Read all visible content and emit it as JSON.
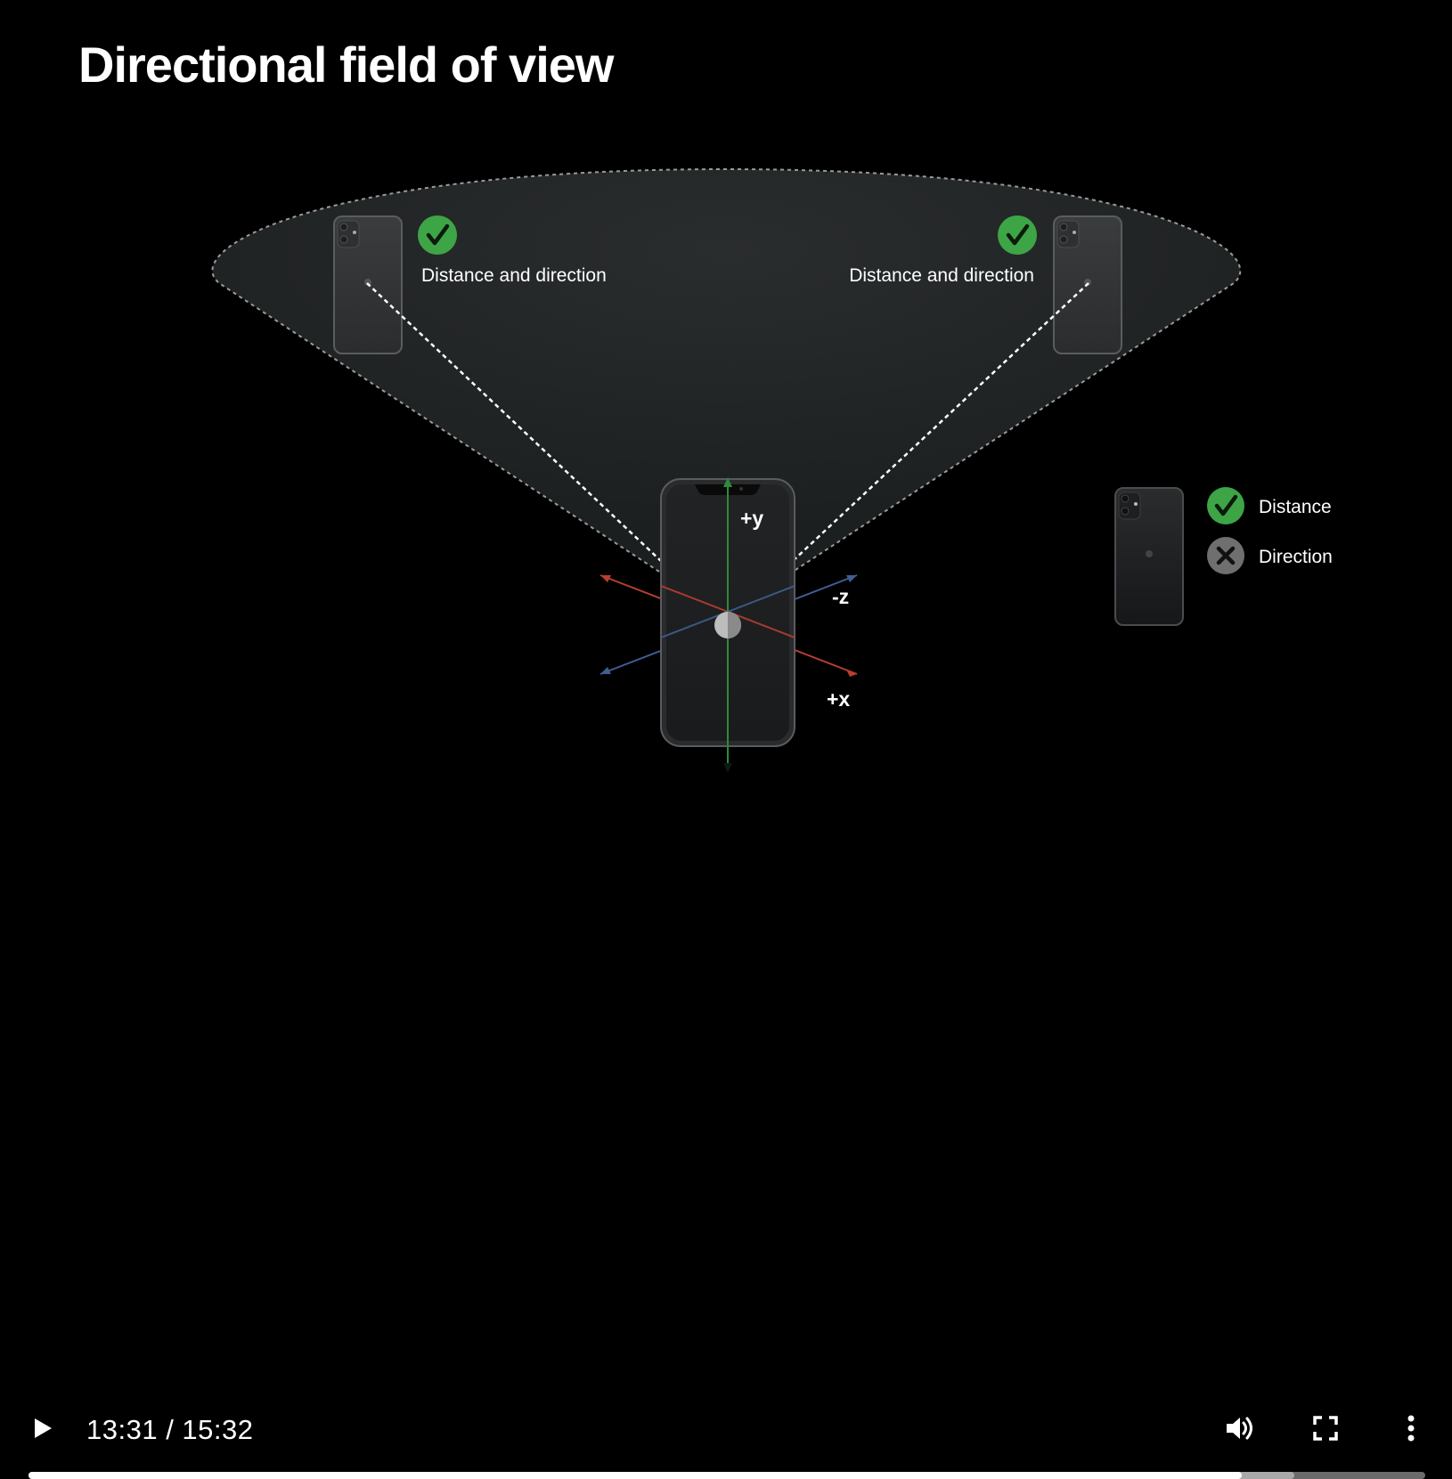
{
  "slide": {
    "title": "Directional field of view"
  },
  "diagram": {
    "left_label": "Distance and direction",
    "right_label": "Distance and direction",
    "axis_y": "+y",
    "axis_z": "-z",
    "axis_x": "+x"
  },
  "legend": {
    "items": [
      {
        "label": "Distance",
        "status": "check"
      },
      {
        "label": "Direction",
        "status": "cross"
      }
    ]
  },
  "player": {
    "current_time": "13:31",
    "separator": " / ",
    "duration": "15:32",
    "progress_fraction": 0.8686,
    "buffered_fraction": 0.9065
  },
  "colors": {
    "check_green": "#3da546",
    "cross_gray": "#6f6f6f",
    "axis_red": "#b5402f",
    "axis_blue": "#3f5f92",
    "axis_green": "#2f8a3a"
  }
}
